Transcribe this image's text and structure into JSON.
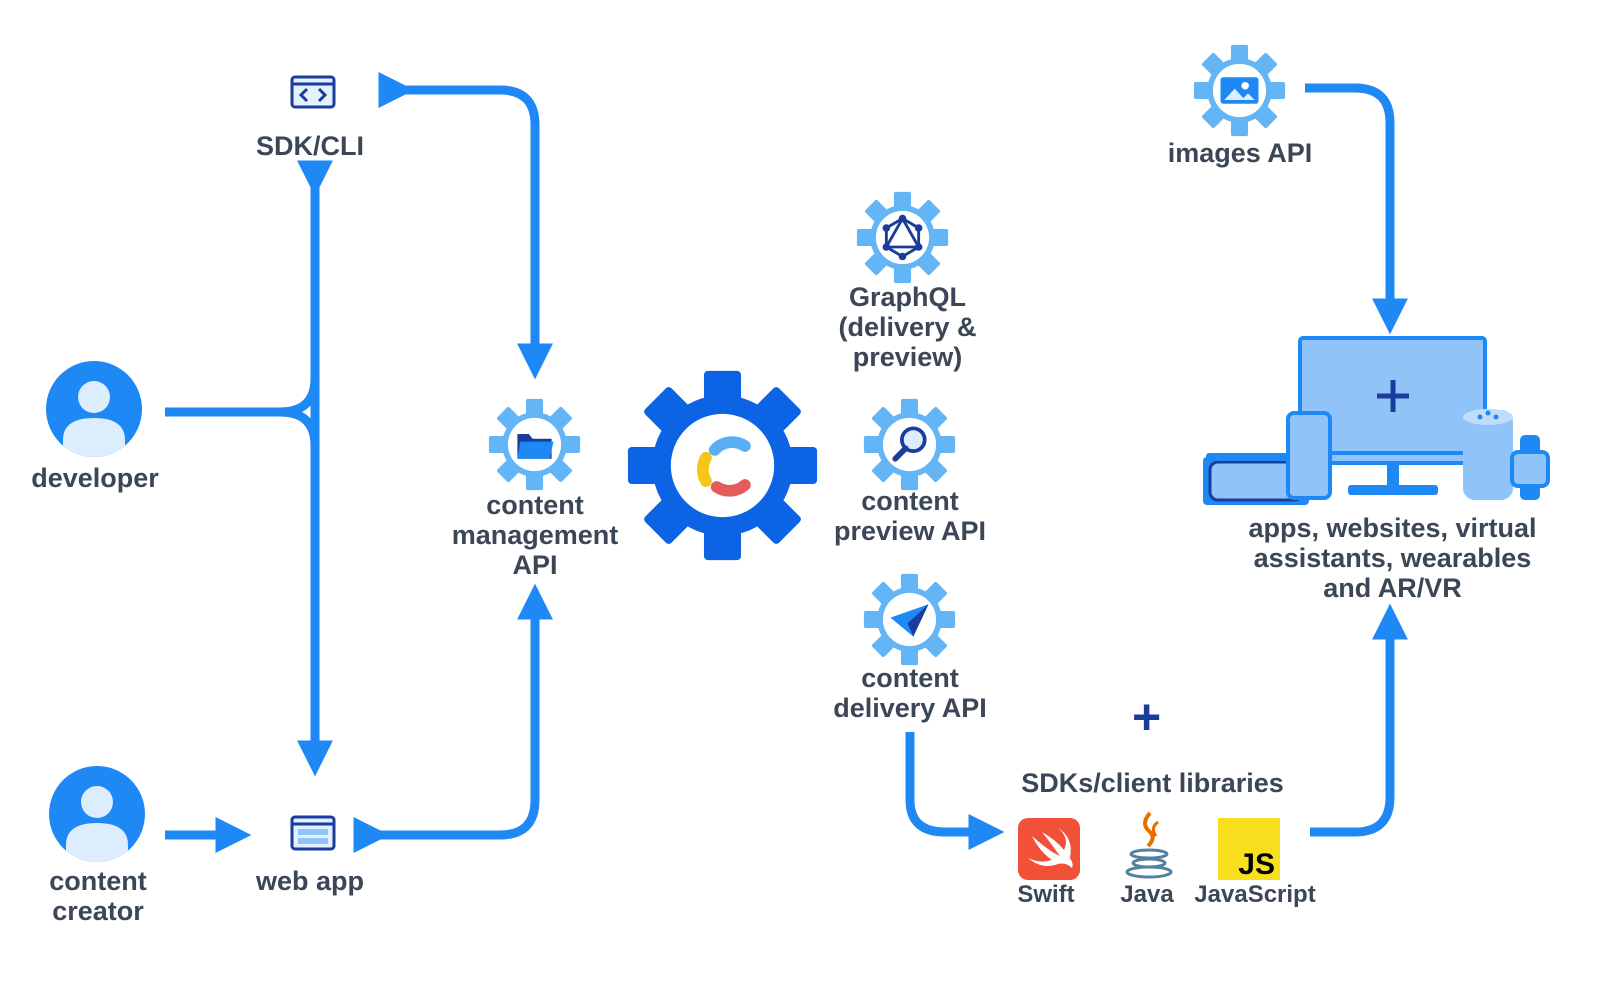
{
  "nodes": {
    "sdk_cli": "SDK/CLI",
    "developer": "developer",
    "content_creator": [
      "content",
      "creator"
    ],
    "web_app": "web app",
    "cma": [
      "content",
      "management",
      "API"
    ],
    "graphql": [
      "GraphQL",
      "(delivery &",
      "preview)"
    ],
    "cpa": [
      "content",
      "preview API"
    ],
    "cda": [
      "content",
      "delivery API"
    ],
    "images_api": "images API",
    "devices": [
      "apps, websites, virtual",
      "assistants, wearables",
      "and AR/VR"
    ],
    "sdks_title": "SDKs/client libraries",
    "libraries": [
      "Swift",
      "Java",
      "JavaScript"
    ],
    "js_logo_text": "JS",
    "plus_sign": "+"
  },
  "icons": [
    "code-window-icon",
    "user-icon",
    "browser-window-icon",
    "folder-icon",
    "graphql-icon",
    "magnifier-icon",
    "paper-plane-icon",
    "image-icon",
    "contentful-logo-icon",
    "swift-icon",
    "java-icon",
    "javascript-icon",
    "devices-icon"
  ],
  "colors": {
    "arrow": "#1e88f5",
    "gear": "#64b5f6",
    "gear_main": "#0c63e4",
    "text": "#3b4657",
    "navy": "#1a3d9c",
    "swift": "#f05138",
    "js": "#f7df1e"
  }
}
